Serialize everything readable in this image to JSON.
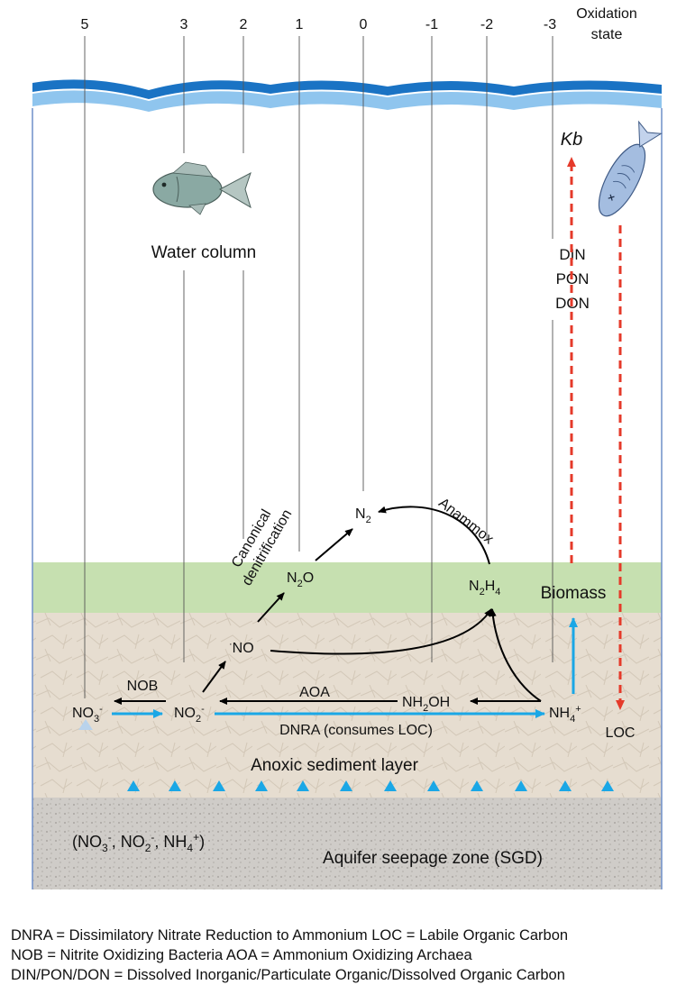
{
  "oxidation": {
    "heading_line1": "Oxidation",
    "heading_line2": "state",
    "states": [
      "5",
      "3",
      "2",
      "1",
      "0",
      "-1",
      "-2",
      "-3"
    ]
  },
  "zones": {
    "water_column": "Water column",
    "biomass": "Biomass",
    "anoxic_layer": "Anoxic sediment layer",
    "seepage_zone": "Aquifer seepage zone (SGD)"
  },
  "species": {
    "n2": "N",
    "n2_sub": "2",
    "n2o_a": "N",
    "n2o_sub": "2",
    "n2o_b": "O",
    "no": "NO",
    "no_sup": "·",
    "n2h4_a": "N",
    "n2h4_sub1": "2",
    "n2h4_b": "H",
    "n2h4_sub2": "4",
    "no3": "NO",
    "no3_sub": "3",
    "no3_sup": "-",
    "no2": "NO",
    "no2_sub": "2",
    "no2_sup": "-",
    "nh2oh_a": "NH",
    "nh2oh_sub": "2",
    "nh2oh_b": "OH",
    "nh4": "NH",
    "nh4_sub": "4",
    "nh4_sup": "+",
    "loc": "LOC",
    "kb": "Kb"
  },
  "processes": {
    "canonical_line1": "Canonical",
    "canonical_line2": "denitrification",
    "anammox": "Anammox",
    "nob": "NOB",
    "aoa": "AOA",
    "dnra": "DNRA (consumes LOC)"
  },
  "export_pools": [
    "DIN",
    "PON",
    "DON"
  ],
  "seepage_input": {
    "open": "(NO",
    "s1": "3",
    "sup1": "-",
    "sep1": ", NO",
    "s2": "2",
    "sup2": "-",
    "sep2": ", NH",
    "s3": "4",
    "sup3": "+",
    "close": ")"
  },
  "legend": [
    "DNRA = Dissimilatory Nitrate Reduction to Ammonium   LOC = Labile Organic Carbon",
    "NOB = Nitrite Oxidizing Bacteria            AOA = Ammonium Oxidizing Archaea",
    "DIN/PON/DON = Dissolved Inorganic/Particulate Organic/Dissolved Organic Carbon"
  ],
  "colors": {
    "water_dark": "#1a73c4",
    "water_light": "#8fc5ee",
    "biomass_band": "#c6e0b0",
    "sediment": "#e6ddd0",
    "seepage": "#cfccc8",
    "flow_arrow": "#1aa7e6",
    "export_arrow": "#e53a2a",
    "reaction_arrow": "#000000",
    "fish": "#8aa9a3",
    "ref_line": "#555555",
    "border": "#6f8fc9"
  }
}
